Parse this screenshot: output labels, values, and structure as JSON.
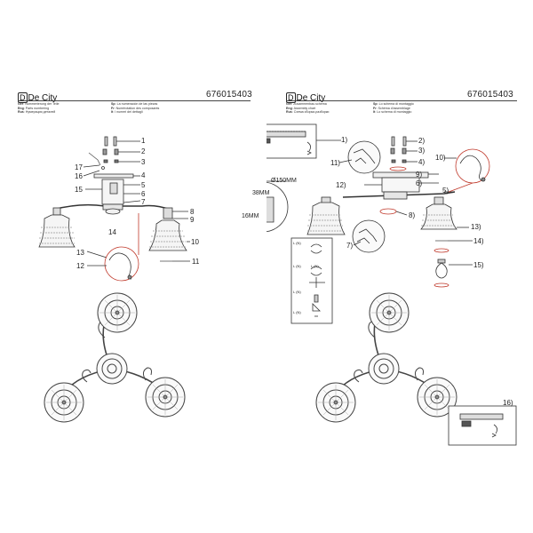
{
  "left": {
    "brand": "De City",
    "code": "676015403",
    "legend_left": [
      {
        "lang": "Ger",
        "text": "Nummerierung der Teile"
      },
      {
        "lang": "Eng",
        "text": "Parts numbering"
      },
      {
        "lang": "Rus",
        "text": "Нумерация деталей"
      }
    ],
    "legend_right": [
      {
        "lang": "Sp",
        "text": "La numeración de las piezas"
      },
      {
        "lang": "Fr",
        "text": "Numérotation des composants"
      },
      {
        "lang": "It",
        "text": "I numeri dei dettagli"
      }
    ],
    "part_labels": [
      "1",
      "2",
      "3",
      "17",
      "16",
      "4",
      "5",
      "15",
      "6",
      "7",
      "8",
      "9",
      "10",
      "14",
      "13",
      "12",
      "11"
    ]
  },
  "right": {
    "brand": "De City",
    "code": "676015403",
    "legend_left": [
      {
        "lang": "Ger",
        "text": "Zusammenbau.schema"
      },
      {
        "lang": "Eng",
        "text": "Assembly chart"
      },
      {
        "lang": "Rus",
        "text": "Схема сборки-разборки"
      }
    ],
    "legend_right": [
      {
        "lang": "Sp",
        "text": "Lo schema di montaggio"
      },
      {
        "lang": "Fr",
        "text": "Schéma d'assemblage"
      },
      {
        "lang": "It",
        "text": "Lo schema di montaggio"
      }
    ],
    "step_labels": [
      "1)",
      "2)",
      "3)",
      "4)",
      "5)",
      "6)",
      "7)",
      "8)",
      "9)",
      "10)",
      "11)",
      "12)",
      "13)",
      "14)",
      "15)",
      "16)"
    ],
    "dimensions": {
      "diameter": "Ø150MM",
      "height": "38MM",
      "depth": "16MM"
    },
    "wire_labels": [
      "L (N)",
      "L (N)",
      "L (N)",
      "L (N)",
      "L (N)"
    ]
  }
}
